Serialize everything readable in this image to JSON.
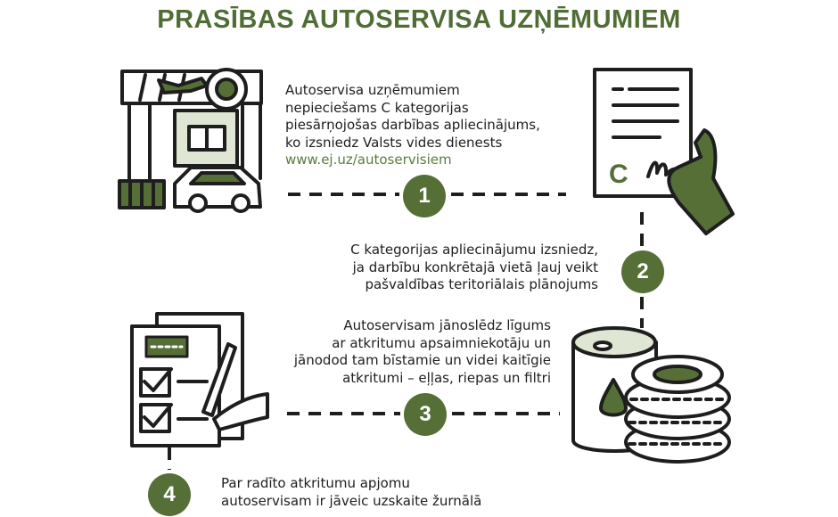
{
  "title": "PRASĪBAS AUTOSERVISA UZŅĒMUMIEM",
  "steps": [
    {
      "number": "1",
      "lines": [
        "Autoservisa uzņēmumiem",
        "nepieciešams C kategorijas",
        "piesārņojošas darbības apliecinājums,",
        "ko izsniedz Valsts vides dienests"
      ],
      "link": "www.ej.uz/autoservisiem"
    },
    {
      "number": "2",
      "lines": [
        "C kategorijas apliecinājumu izsniedz,",
        "ja darbību konkrētajā vietā ļauj veikt",
        "pašvaldības teritoriālais plānojums"
      ]
    },
    {
      "number": "3",
      "lines": [
        "Autoservisam jānoslēdz līgums",
        "ar atkritumu apsaimniekotāju un",
        "jānodod tam bīstamie un videi kaitīgie",
        "atkritumi – eļļas, riepas un filtri"
      ]
    },
    {
      "number": "4",
      "lines": [
        "Par radīto atkritumu apjomu",
        "autoservisam ir jāveic uzskaite žurnālā"
      ]
    }
  ],
  "icons": {
    "step1": "car-service-garage-icon",
    "step2": "certificate-document-icon",
    "step3": "oil-barrel-and-tires-icon",
    "step4": "checklist-signing-icon"
  },
  "document_letter": "C",
  "colors": {
    "accent": "#556f37",
    "dark": "#1e1e1e",
    "light_green": "#dfe6d3"
  }
}
